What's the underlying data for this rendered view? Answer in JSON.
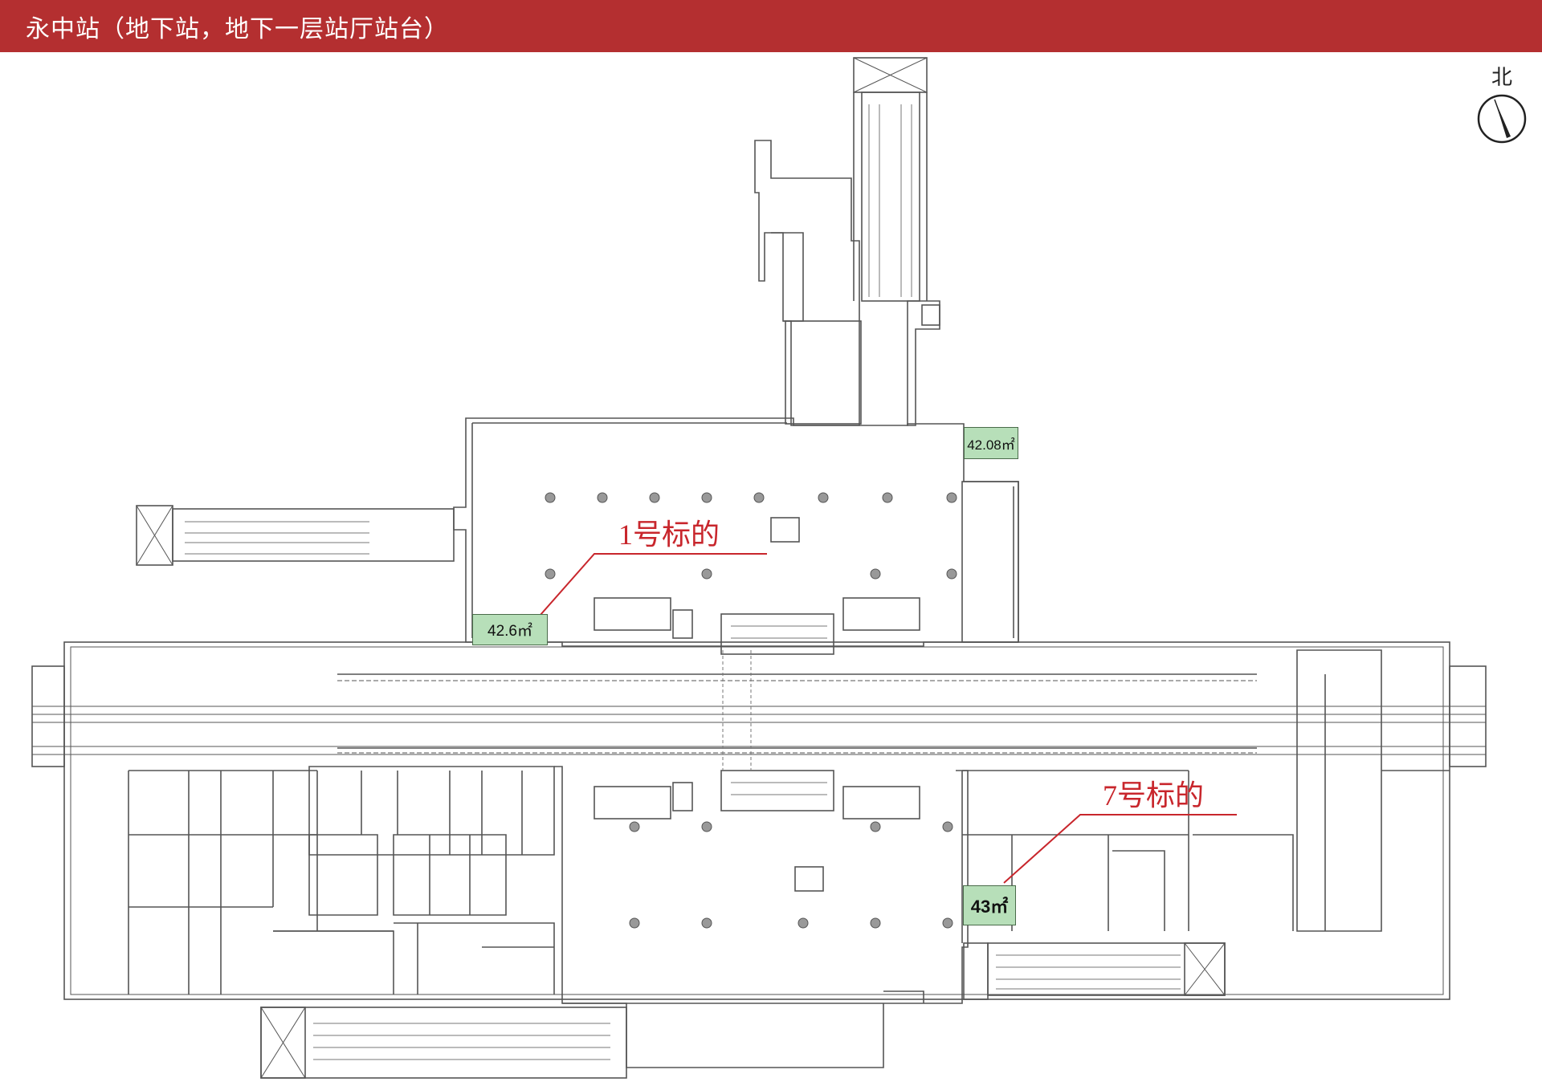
{
  "header": {
    "title": "永中站（地下站，地下一层站厅站台）"
  },
  "compass": {
    "label": "北",
    "icon": "north-arrow-icon"
  },
  "callouts": [
    {
      "label": "1号标的",
      "area": "42.6㎡"
    },
    {
      "label": "7号标的",
      "area": "43㎡"
    }
  ],
  "areas": {
    "top_right_room": "42.08㎡"
  },
  "colors": {
    "header": "#b42f30",
    "highlight": "#b7dfb9",
    "callout": "#c8262c"
  }
}
